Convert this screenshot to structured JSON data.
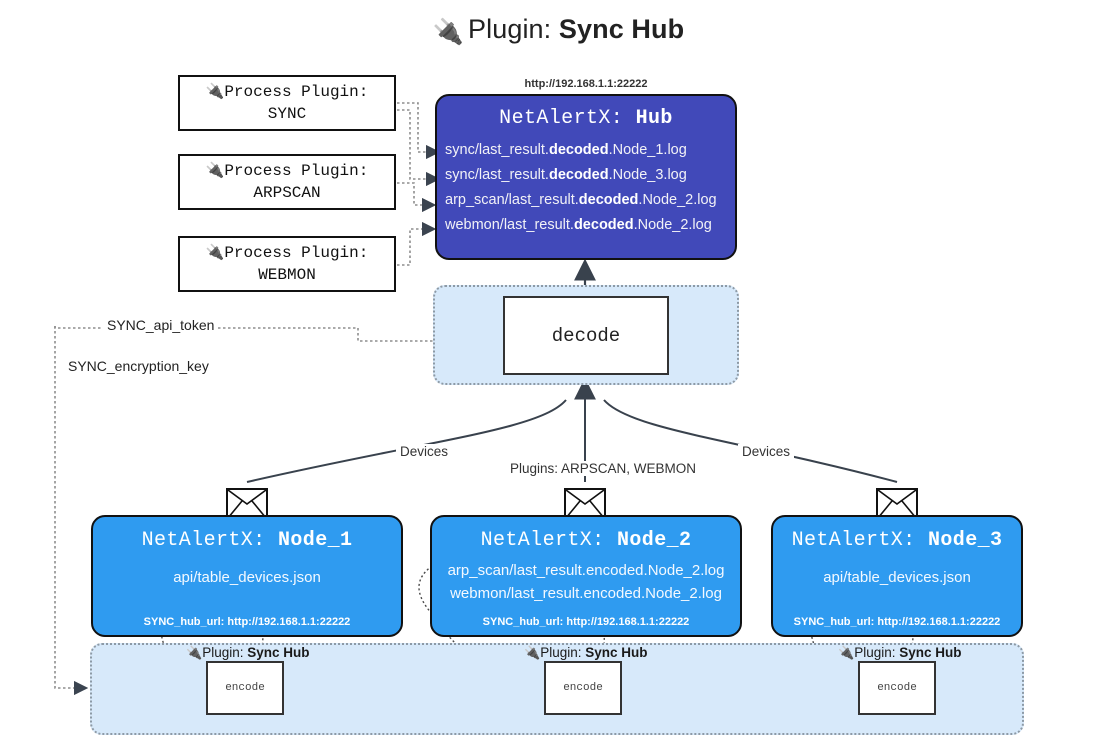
{
  "title": {
    "icon": "electric-plug-icon",
    "prefix": "Plugin:",
    "name": "Sync Hub"
  },
  "process_plugins": [
    {
      "icon": "electric-plug-icon",
      "line1": "Process Plugin:",
      "line2": "SYNC"
    },
    {
      "icon": "electric-plug-icon",
      "line1": "Process Plugin:",
      "line2": "ARPSCAN"
    },
    {
      "icon": "electric-plug-icon",
      "line1": "Process Plugin:",
      "line2": "WEBMON"
    }
  ],
  "hub": {
    "url": "http://192.168.1.1:22222",
    "title_prefix": "NetAlertX:",
    "title_name": "Hub",
    "logs": [
      {
        "pre": "sync/last_result.",
        "mid": "decoded",
        "post": ".Node_1.log"
      },
      {
        "pre": "sync/last_result.",
        "mid": "decoded",
        "post": ".Node_3.log"
      },
      {
        "pre": "arp_scan/last_result.",
        "mid": "decoded",
        "post": ".Node_2.log"
      },
      {
        "pre": "webmon/last_result.",
        "mid": "decoded",
        "post": ".Node_2.log"
      }
    ],
    "color": "#4149b9"
  },
  "decode": {
    "label": "decode",
    "cluster_color": "#d7e9fa"
  },
  "secrets": [
    {
      "label": "SYNC_api_token"
    },
    {
      "label": "SYNC_encryption_key"
    }
  ],
  "edge_labels": {
    "left_devices": "Devices",
    "center_plugins": "Plugins: ARPSCAN, WEBMON",
    "right_devices": "Devices"
  },
  "nodes": [
    {
      "title_prefix": "NetAlertX:",
      "title_name": "Node_1",
      "lines": [
        "api/table_devices.json"
      ],
      "hub_url": "SYNC_hub_url: http://192.168.1.1:22222",
      "icon": "envelope-icon",
      "color": "#2f9bf0"
    },
    {
      "title_prefix": "NetAlertX:",
      "title_name": "Node_2",
      "lines": [
        "arp_scan/last_result.encoded.Node_2.log",
        "webmon/last_result.encoded.Node_2.log"
      ],
      "hub_url": "SYNC_hub_url: http://192.168.1.1:22222",
      "icon": "envelope-icon",
      "color": "#2f9bf0"
    },
    {
      "title_prefix": "NetAlertX:",
      "title_name": "Node_3",
      "lines": [
        "api/table_devices.json"
      ],
      "hub_url": "SYNC_hub_url: http://192.168.1.1:22222",
      "icon": "envelope-icon",
      "color": "#2f9bf0"
    }
  ],
  "plugin_band": {
    "items": [
      {
        "icon": "electric-plug-icon",
        "prefix": "Plugin:",
        "name": "Sync Hub",
        "box_label": "encode"
      },
      {
        "icon": "electric-plug-icon",
        "prefix": "Plugin:",
        "name": "Sync Hub",
        "box_label": "encode"
      },
      {
        "icon": "electric-plug-icon",
        "prefix": "Plugin:",
        "name": "Sync Hub",
        "box_label": "encode"
      }
    ]
  }
}
